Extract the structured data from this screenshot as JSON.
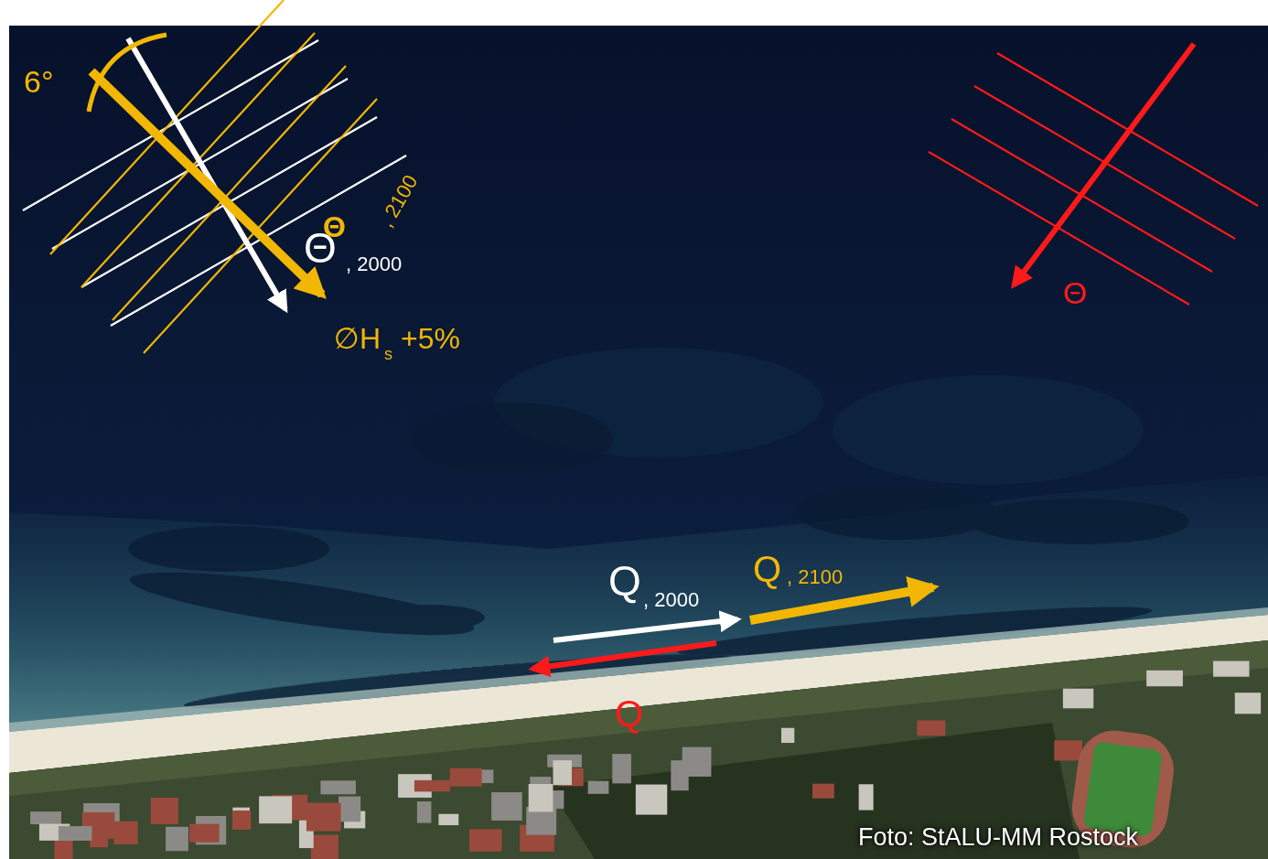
{
  "diagram": {
    "labels": [
      "6°",
      "Θ",
      ", 2000",
      "Θ",
      ", 2100",
      "∅H",
      "s",
      "+5%",
      "Θ",
      "Q",
      ", 2000",
      "Q",
      ", 2100",
      "Q",
      "Foto: StALU-MM Rostock"
    ]
  }
}
